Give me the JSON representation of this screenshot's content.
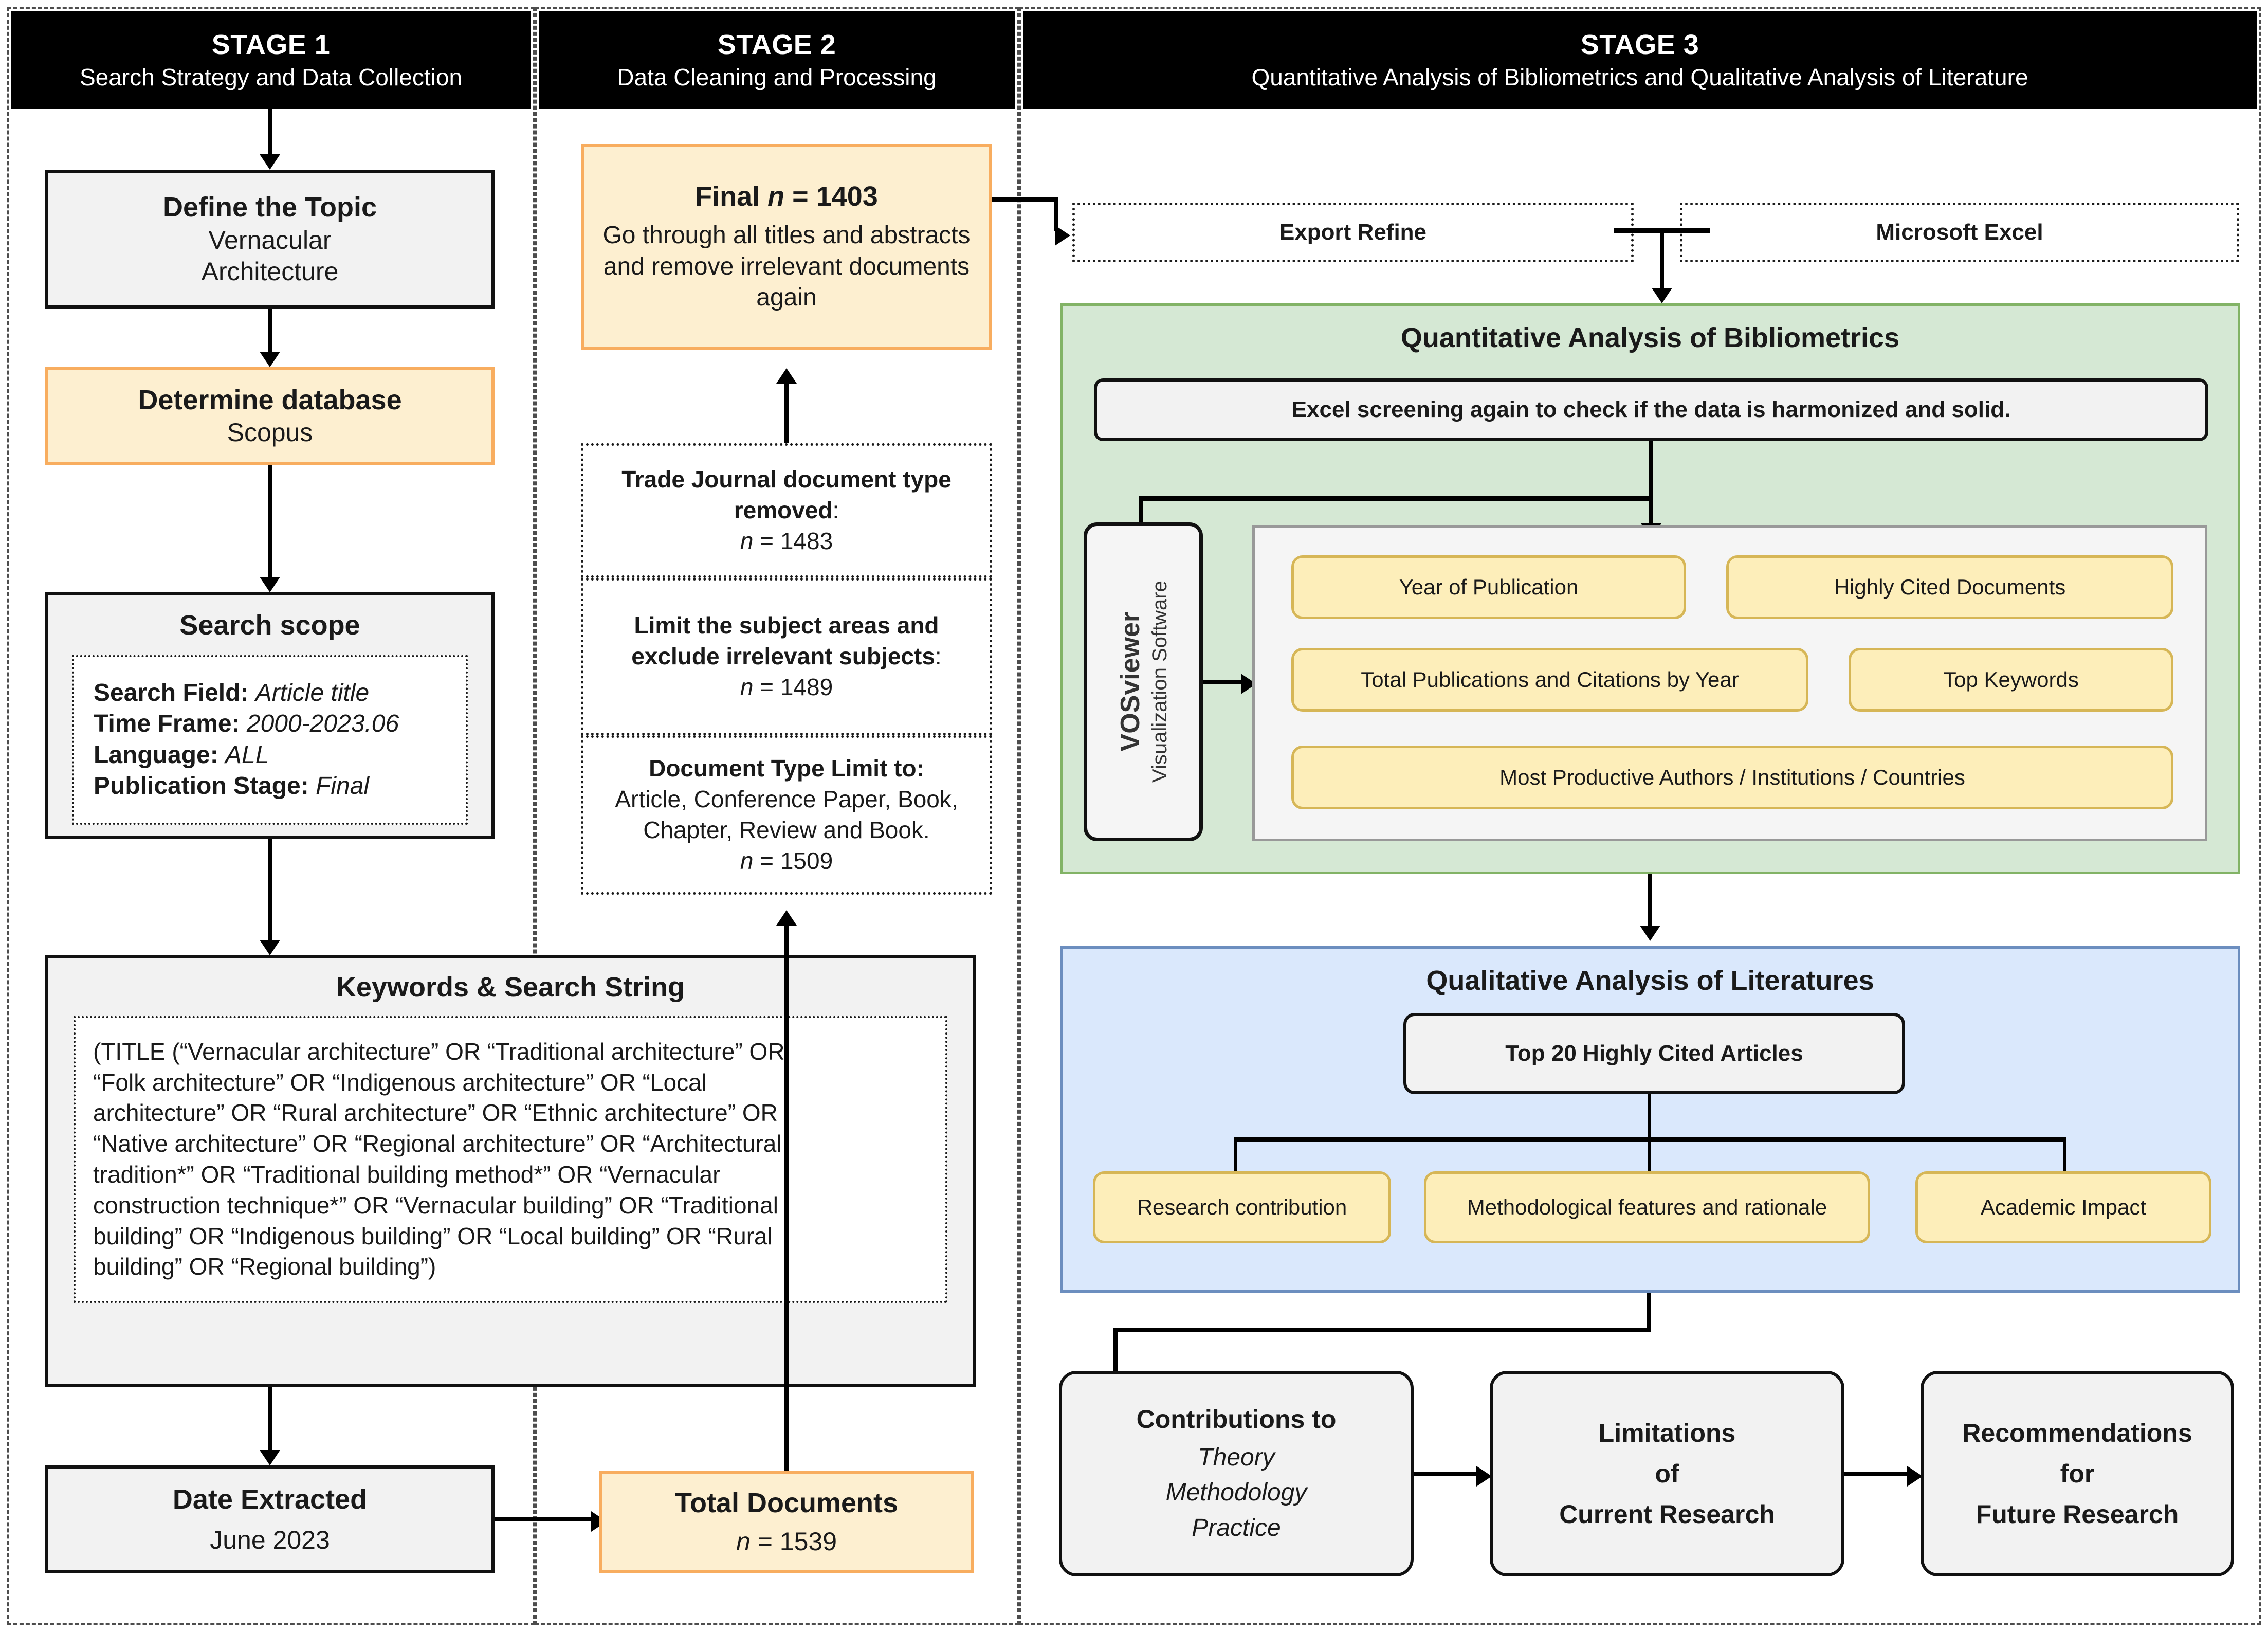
{
  "stages": [
    {
      "number": "STAGE 1",
      "subtitle": "Search Strategy and Data Collection"
    },
    {
      "number": "STAGE 2",
      "subtitle": "Data Cleaning and Processing"
    },
    {
      "number": "STAGE 3",
      "subtitle": "Quantitative Analysis of Bibliometrics and Qualitative Analysis of Literature"
    }
  ],
  "stage1": {
    "define_topic": {
      "title": "Define the Topic",
      "line1": "Vernacular",
      "line2": "Architecture"
    },
    "determine_database": {
      "title": "Determine database",
      "value": "Scopus"
    },
    "search_scope": {
      "title": "Search scope",
      "rows": [
        {
          "label": "Search Field:",
          "value": "Article title"
        },
        {
          "label": "Time Frame:",
          "value": "2000-2023.06"
        },
        {
          "label": "Language:",
          "value": "ALL"
        },
        {
          "label": "Publication Stage:",
          "value": "Final"
        }
      ]
    },
    "keywords": {
      "title": "Keywords & Search String",
      "lines": [
        "(TITLE (“Vernacular architecture” OR “Traditional architecture” OR",
        "“Folk architecture” OR “Indigenous architecture” OR “Local",
        "architecture” OR “Rural architecture” OR “Ethnic architecture” OR",
        "“Native architecture” OR “Regional architecture” OR “Architectural",
        "tradition*” OR “Traditional building method*” OR “Vernacular",
        "construction technique*” OR “Vernacular building” OR “Traditional",
        "building” OR “Indigenous building” OR “Local building” OR “Rural",
        "building” OR “Regional building”)"
      ]
    },
    "date_extracted": {
      "title": "Date Extracted",
      "value": "June 2023"
    }
  },
  "stage2": {
    "final": {
      "title_a": "Final ",
      "title_n": "n",
      "title_b": " = 1403",
      "body": "Go through all titles and abstracts and remove irrelevant documents again"
    },
    "filters": [
      {
        "label": "Trade Journal document type removed",
        "colon": ":",
        "n_label": "n",
        "n_value": " = 1483"
      },
      {
        "label": "Limit the subject areas and exclude irrelevant subjects",
        "colon": ":",
        "n_label": "n",
        "n_value": " = 1489"
      },
      {
        "label": "Document Type Limit to:",
        "detail": "Article, Conference Paper, Book, Chapter, Review and Book.",
        "n_label": "n",
        "n_value": " = 1509"
      }
    ],
    "total_documents": {
      "title": "Total Documents",
      "n_label": "n",
      "n_value": " = 1539"
    }
  },
  "stage3": {
    "export_refine": "Export Refine",
    "microsoft_excel": "Microsoft Excel",
    "quant": {
      "title": "Quantitative Analysis of Bibliometrics",
      "excel_screening": "Excel screening again to check if the data is harmonized and solid.",
      "vosviewer": {
        "name": "VOSviewer",
        "subtitle": "Visualization Software"
      },
      "metrics": [
        "Year of Publication",
        "Highly Cited Documents",
        "Total Publications and Citations by Year",
        "Top Keywords",
        "Most Productive Authors / Institutions / Countries"
      ]
    },
    "qual": {
      "title": "Qualitative Analysis of Literatures",
      "top_articles": "Top 20 Highly Cited Articles",
      "branches": [
        "Research contribution",
        "Methodological features and rationale",
        "Academic Impact"
      ]
    },
    "outcomes": [
      {
        "head": "Contributions to",
        "items": [
          "Theory",
          "Methodology",
          "Practice"
        ]
      },
      {
        "head": "Limitations",
        "items": [
          "of",
          "Current Research"
        ],
        "plain": true
      },
      {
        "head": "Recommendations",
        "items": [
          "for",
          "Future Research"
        ],
        "plain": true
      }
    ]
  },
  "colors": {
    "orange_fill": "#fdefd0",
    "orange_border": "#f8ad5f",
    "green_fill": "#d5e8d4",
    "green_border": "#82b366",
    "blue_fill": "#dae8fc",
    "blue_border": "#6c8ebf",
    "yellow_fill": "#fdeeba",
    "yellow_border": "#d6b656",
    "grey_fill": "#f2f2f2",
    "header_bg": "#000000"
  }
}
